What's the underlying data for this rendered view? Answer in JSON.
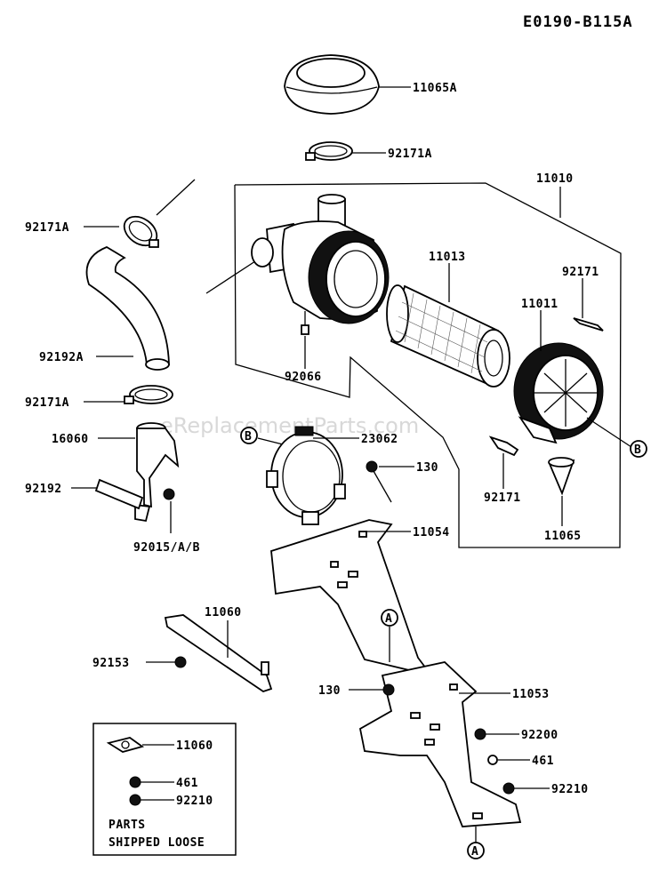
{
  "diagram": {
    "diagram_code": "E0190-B115A",
    "watermark": "eReplacementParts.com",
    "callouts": {
      "p11065A": "11065A",
      "p92171A_top": "92171A",
      "p11010": "11010",
      "p92171A_left": "92171A",
      "p11013": "11013",
      "p92171_top": "92171",
      "p11011": "11011",
      "p92192A": "92192A",
      "p92066": "92066",
      "p92171A_mid": "92171A",
      "p16060": "16060",
      "p23062": "23062",
      "p130_top": "130",
      "p92192": "92192",
      "p92171_bot": "92171",
      "p11065": "11065",
      "p11054": "11054",
      "p92015": "92015/A/B",
      "p11060": "11060",
      "p92153": "92153",
      "p130_bot": "130",
      "p11053": "11053",
      "p92200": "92200",
      "p461_right": "461",
      "p92210_right": "92210",
      "p11060_box": "11060",
      "p461_box": "461",
      "p92210_box": "92210"
    },
    "markers": {
      "B": "B",
      "A": "A"
    },
    "note": {
      "line1": "PARTS",
      "line2": "SHIPPED LOOSE"
    }
  }
}
